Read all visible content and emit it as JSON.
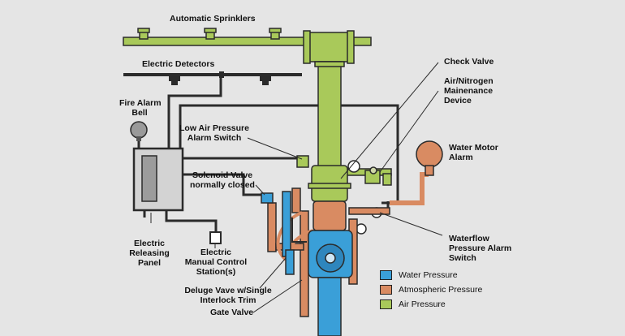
{
  "labels": {
    "automatic_sprinklers": "Automatic Sprinklers",
    "electric_detectors": "Electric Detectors",
    "fire_alarm_bell": "Fire Alarm\nBell",
    "check_valve": "Check Valve",
    "air_nitrogen_device": "Air/Nitrogen\nMainenance\nDevice",
    "low_air_pressure_switch": "Low Air Pressure\nAlarm Switch",
    "water_motor_alarm": "Water Motor\nAlarm",
    "solenoid_valve": "Solenoid Valve\nnormally closed",
    "electric_releasing_panel": "Electric\nReleasing\nPanel",
    "electric_manual_control": "Electric\nManual Control\nStation(s)",
    "waterflow_pressure_switch": "Waterflow\nPressure Alarm\nSwitch",
    "deluge_valve": "Deluge Vave w/Single\nInterlock Trim",
    "gate_valve": "Gate Valve"
  },
  "legend": [
    {
      "label": "Water Pressure",
      "color": "#3a9fd8"
    },
    {
      "label": "Atmospheric Pressure",
      "color": "#d98b62"
    },
    {
      "label": "Air Pressure",
      "color": "#a9c95a"
    }
  ],
  "colors": {
    "water": "#3a9fd8",
    "atmospheric": "#d98b62",
    "air": "#a9c95a",
    "wire": "#2b2b2b",
    "background": "#e5e5e5"
  }
}
